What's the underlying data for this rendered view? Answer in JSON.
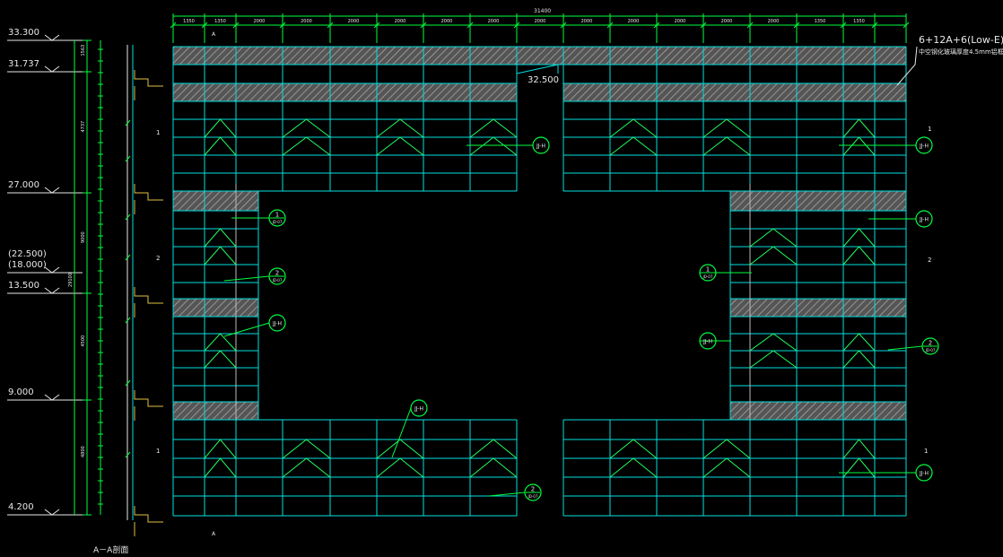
{
  "levels": [
    "33.300",
    "31.737",
    "27.000",
    "(22.500)",
    "(18.000)",
    "13.500",
    "9.000",
    "4.200"
  ],
  "top_dims": [
    "1350",
    "1350",
    "2000",
    "2000",
    "2000",
    "2000",
    "2000",
    "2000",
    "2000",
    "2000",
    "2000",
    "2000",
    "2000",
    "2000",
    "1350",
    "1350"
  ],
  "overall_dim": "31400",
  "vert_dims": [
    "1563",
    "4737",
    "9000",
    "4500",
    "4800"
  ],
  "left_total": "29100",
  "top_level_mark": "32.500",
  "glass_spec_line1": "6+12A+6(Low-E)",
  "glass_spec_line2": "中空钢化玻璃厚度4.5mm铝框",
  "section_label": "A－A剖面",
  "axis_a": "A",
  "side_marks": [
    "1",
    "2",
    "1"
  ],
  "callouts": [
    {
      "num": "JJ-H",
      "sub": ""
    },
    {
      "num": "JJ-H",
      "sub": ""
    },
    {
      "num": "1",
      "sub": "JD-07"
    },
    {
      "num": "JJ-H",
      "sub": ""
    },
    {
      "num": "2",
      "sub": "JD-07"
    },
    {
      "num": "1",
      "sub": "JD-07"
    },
    {
      "num": "JJ-H",
      "sub": ""
    },
    {
      "num": "JJ-H",
      "sub": ""
    },
    {
      "num": "2",
      "sub": "JD-07"
    },
    {
      "num": "JJ-H",
      "sub": ""
    },
    {
      "num": "2",
      "sub": "JD-07"
    },
    {
      "num": "JJ-H",
      "sub": ""
    }
  ],
  "colors": {
    "grid": "#00e0e0",
    "dim": "#00ff40",
    "text": "#e8e8e8",
    "hatch": "#8a8a8a",
    "bg": "#000000"
  }
}
